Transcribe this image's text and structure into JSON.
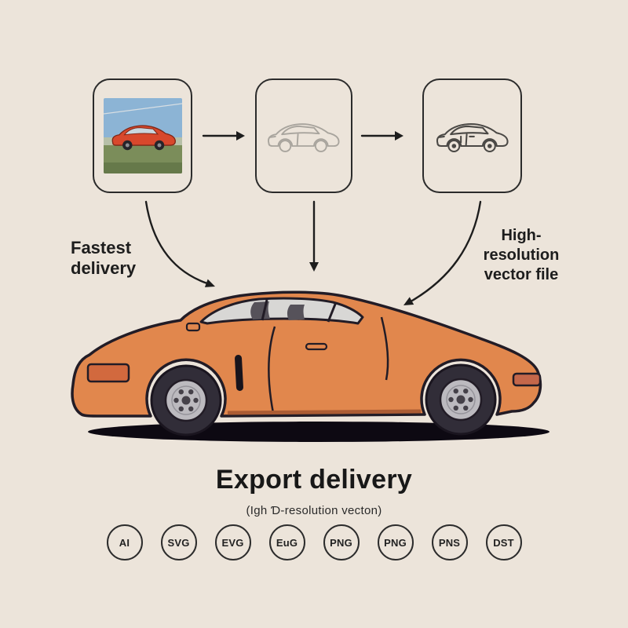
{
  "annotations": {
    "fastest_delivery": [
      "Fastest",
      "delivery"
    ],
    "high_resolution": [
      "High-",
      "resolution",
      "vector file"
    ]
  },
  "caption": {
    "title": "Export delivery",
    "subtitle": "(Igh Ɗ-resolution vecton)"
  },
  "badges": [
    "AI",
    "SVG",
    "EVG",
    "EuG",
    "PNG",
    "PNG",
    "PNS",
    "DST"
  ],
  "icons": {
    "step_arrow": "right-arrow-icon",
    "pointer_arrows": "curved-down-arrow-icon"
  },
  "colors": {
    "background": "#ece4da",
    "outline": "#2b2b2b",
    "car_body": "#e1874d",
    "car_line": "#221c26",
    "car_shadow": "#0d0912",
    "glass": "#d8d7d5",
    "front_light": "#d2693e",
    "tail_light": "#c4674a",
    "photo_sky": "#8cb4d5",
    "photo_ground": "#7b8d5a",
    "photo_car": "#d8482c",
    "sketch_light": "#a8a49d",
    "sketch_dark": "#4a4845"
  }
}
